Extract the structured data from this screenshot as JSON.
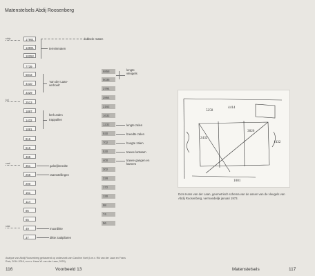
{
  "page": {
    "title": "Matenstelsels Abdij Roosenberg",
    "footer_left_page": "116",
    "footer_left_title": "Voorbeeld 13",
    "footer_right_title": "Matenstelsels",
    "footer_right_page": "117"
  },
  "markers": [
    "stolp",
    "kol",
    "zaal",
    "stuk"
  ],
  "left_column": [
    "17991",
    "13591",
    "10252",
    "7739",
    "5843",
    "4410",
    "3329",
    "2513",
    "1897",
    "1432",
    "1081",
    "816",
    "616",
    "465",
    "351",
    "265",
    "200",
    "151",
    "114",
    "86",
    "65",
    "49",
    "37"
  ],
  "right_column": [
    "6858",
    "5035",
    "3794",
    "2864",
    "2162",
    "1632",
    "1232",
    "930",
    "702",
    "530",
    "400",
    "302",
    "228",
    "172",
    "130",
    "98",
    "74",
    "56"
  ],
  "labels": {
    "dubbele_maten": "dubbele maten",
    "terreinmaten": "terreinmaten",
    "vdlaan": "'van der Laan-verhoek'",
    "kerk": "kerk zalen trappallen",
    "galerijbreedte": "galerijbreedte",
    "raamstellingen": "raamstellingen",
    "muurdikte": "muurdikte",
    "dikte": "dikte zaalpilaren",
    "lengte_vleugels": "lengte vleugels",
    "lengte_zalen": "lengte zalen",
    "breedte_zalen": "breedte zalen",
    "hoogte_zalen": "hoogte zalen",
    "travee_lantaarn": "travee lantaarn",
    "travee_gangen": "travee gangen en kamers"
  },
  "figure": {
    "caption": "Dom Hans van der Laan, geometrisch schema van de assen van de vleugels van Abdij Roosenberg, vermoedelijk januari 1973.",
    "sketch_text": [
      "5258",
      "4414",
      "3826",
      "2432",
      "1432",
      "1081"
    ]
  },
  "footnote": "Analyse van Abdij Roosenberg gebaseerd op onderzoek van Caroline Voet (k.m.v. Rik van der Laan en Frans Rutz, 2014-2016, m.m.v. Hans W. van der Laan, 2020)."
}
